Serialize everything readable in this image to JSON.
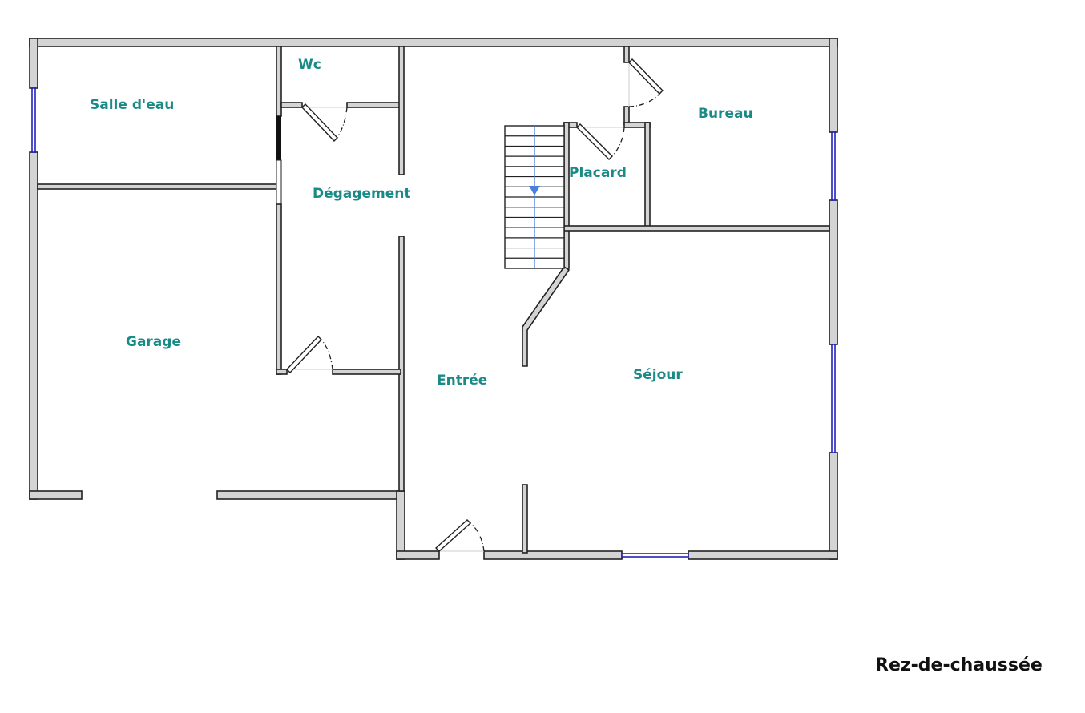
{
  "plan": {
    "title": "Rez-de-chaussée",
    "rooms": {
      "salle_d_eau": "Salle d'eau",
      "wc": "Wc",
      "degagement": "Dégagement",
      "placard": "Placard",
      "bureau": "Bureau",
      "garage": "Garage",
      "entree": "Entrée",
      "sejour": "Séjour"
    },
    "colors": {
      "label": "#1a8a87",
      "window": "#2222bb",
      "stair_arrow": "#4a7fe0",
      "wall_fill": "#d4d4d4"
    }
  }
}
